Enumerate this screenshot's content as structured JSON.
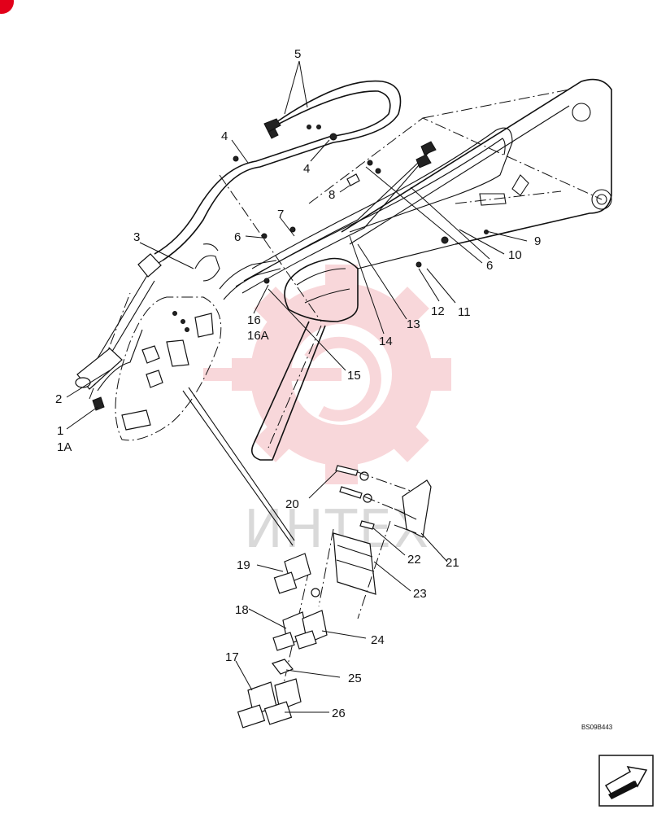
{
  "diagram": {
    "drawing_code": "BS09B443",
    "watermark_text": "ИНТЕХ",
    "part_labels": {
      "p1": "1",
      "p1a": "1A",
      "p2": "2",
      "p3": "3",
      "p4a": "4",
      "p4b": "4",
      "p5": "5",
      "p6a": "6",
      "p6b": "6",
      "p7": "7",
      "p8": "8",
      "p9": "9",
      "p10": "10",
      "p11": "11",
      "p12": "12",
      "p13": "13",
      "p14": "14",
      "p15": "15",
      "p16": "16",
      "p16a": "16A",
      "p17": "17",
      "p18": "18",
      "p19": "19",
      "p20": "20",
      "p21": "21",
      "p22": "22",
      "p23": "23",
      "p24": "24",
      "p25": "25",
      "p26": "26"
    },
    "colors": {
      "watermark_red": "#f4b8bc",
      "corner_mark": "#e2001a",
      "line": "#111111"
    },
    "icons": [
      "next-page-arrow-icon",
      "watermark-gear-logo"
    ]
  }
}
